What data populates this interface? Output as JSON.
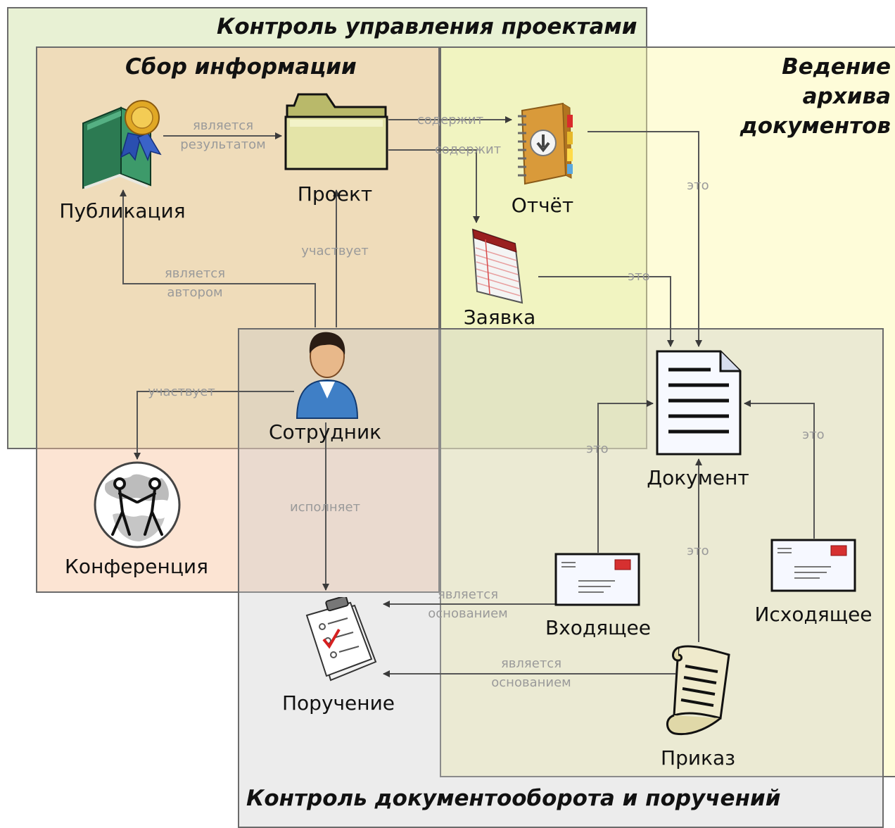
{
  "colors": {
    "project_control": "#e6efd0",
    "info_gathering": "#f3ded0",
    "archive": "#fdfbd0",
    "doc_control": "#ececec",
    "arrow": "#444444",
    "edge_label": "#9a9a9a"
  },
  "regions": {
    "project_control": "Контроль управления проектами",
    "info_gathering": "Сбор информации",
    "archive_line1": "Ведение",
    "archive_line2": "архива",
    "archive_line3": "документов",
    "doc_control": "Контроль документооборота и поручений"
  },
  "nodes": {
    "publication": {
      "label": "Публикация",
      "icon": "award-book-icon"
    },
    "project": {
      "label": "Проект",
      "icon": "folder-icon"
    },
    "report": {
      "label": "Отчёт",
      "icon": "binder-icon"
    },
    "application": {
      "label": "Заявка",
      "icon": "notepad-icon"
    },
    "employee": {
      "label": "Сотрудник",
      "icon": "person-icon"
    },
    "conference": {
      "label": "Конференция",
      "icon": "globe-people-icon"
    },
    "document": {
      "label": "Документ",
      "icon": "document-icon"
    },
    "incoming": {
      "label": "Входящее",
      "icon": "envelope-icon"
    },
    "outgoing": {
      "label": "Исходящее",
      "icon": "envelope-icon"
    },
    "order": {
      "label": "Приказ",
      "icon": "scroll-icon"
    },
    "assignment": {
      "label": "Поручение",
      "icon": "checklist-icon"
    }
  },
  "edges": {
    "pub_project_1": "является",
    "pub_project_2": "результатом",
    "project_report": "содержит",
    "project_application": "содержит",
    "employee_pub_1": "является",
    "employee_pub_2": "автором",
    "employee_project": "участвует",
    "employee_conference": "участвует",
    "employee_assignment": "исполняет",
    "report_document": "это",
    "application_document": "это",
    "incoming_document": "это",
    "outgoing_document": "это",
    "order_document": "это",
    "incoming_assignment_1": "является",
    "incoming_assignment_2": "основанием",
    "order_assignment_1": "является",
    "order_assignment_2": "основанием"
  }
}
